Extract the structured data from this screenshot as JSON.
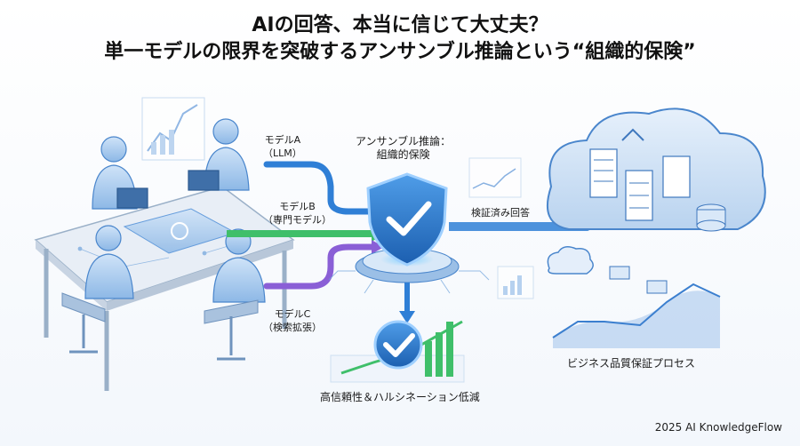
{
  "title": {
    "line1": "AIの回答、本当に信じて大丈夫？",
    "line2": "単一モデルの限界を突破するアンサンブル推論という“組織的保険”"
  },
  "models": [
    {
      "line1": "モデルA",
      "line2": "（LLM）"
    },
    {
      "line1": "モデルB",
      "line2": "（専門モデル）"
    },
    {
      "line1": "モデルC",
      "line2": "（検索拡張）"
    }
  ],
  "ensemble": {
    "line1": "アンサンブル推論：",
    "line2": "組織的保険"
  },
  "verified_label": "検証済み回答",
  "business_label": "ビジネス品質保証プロセス",
  "reliability_label": "高信頼性＆ハルシネーション低減",
  "footer": "2025 AI KnowledgeFlow",
  "colors": {
    "blue": "#2f7fd6",
    "green": "#3fbf6a",
    "purple": "#8a5fd6",
    "accent": "#1f6fc2"
  }
}
